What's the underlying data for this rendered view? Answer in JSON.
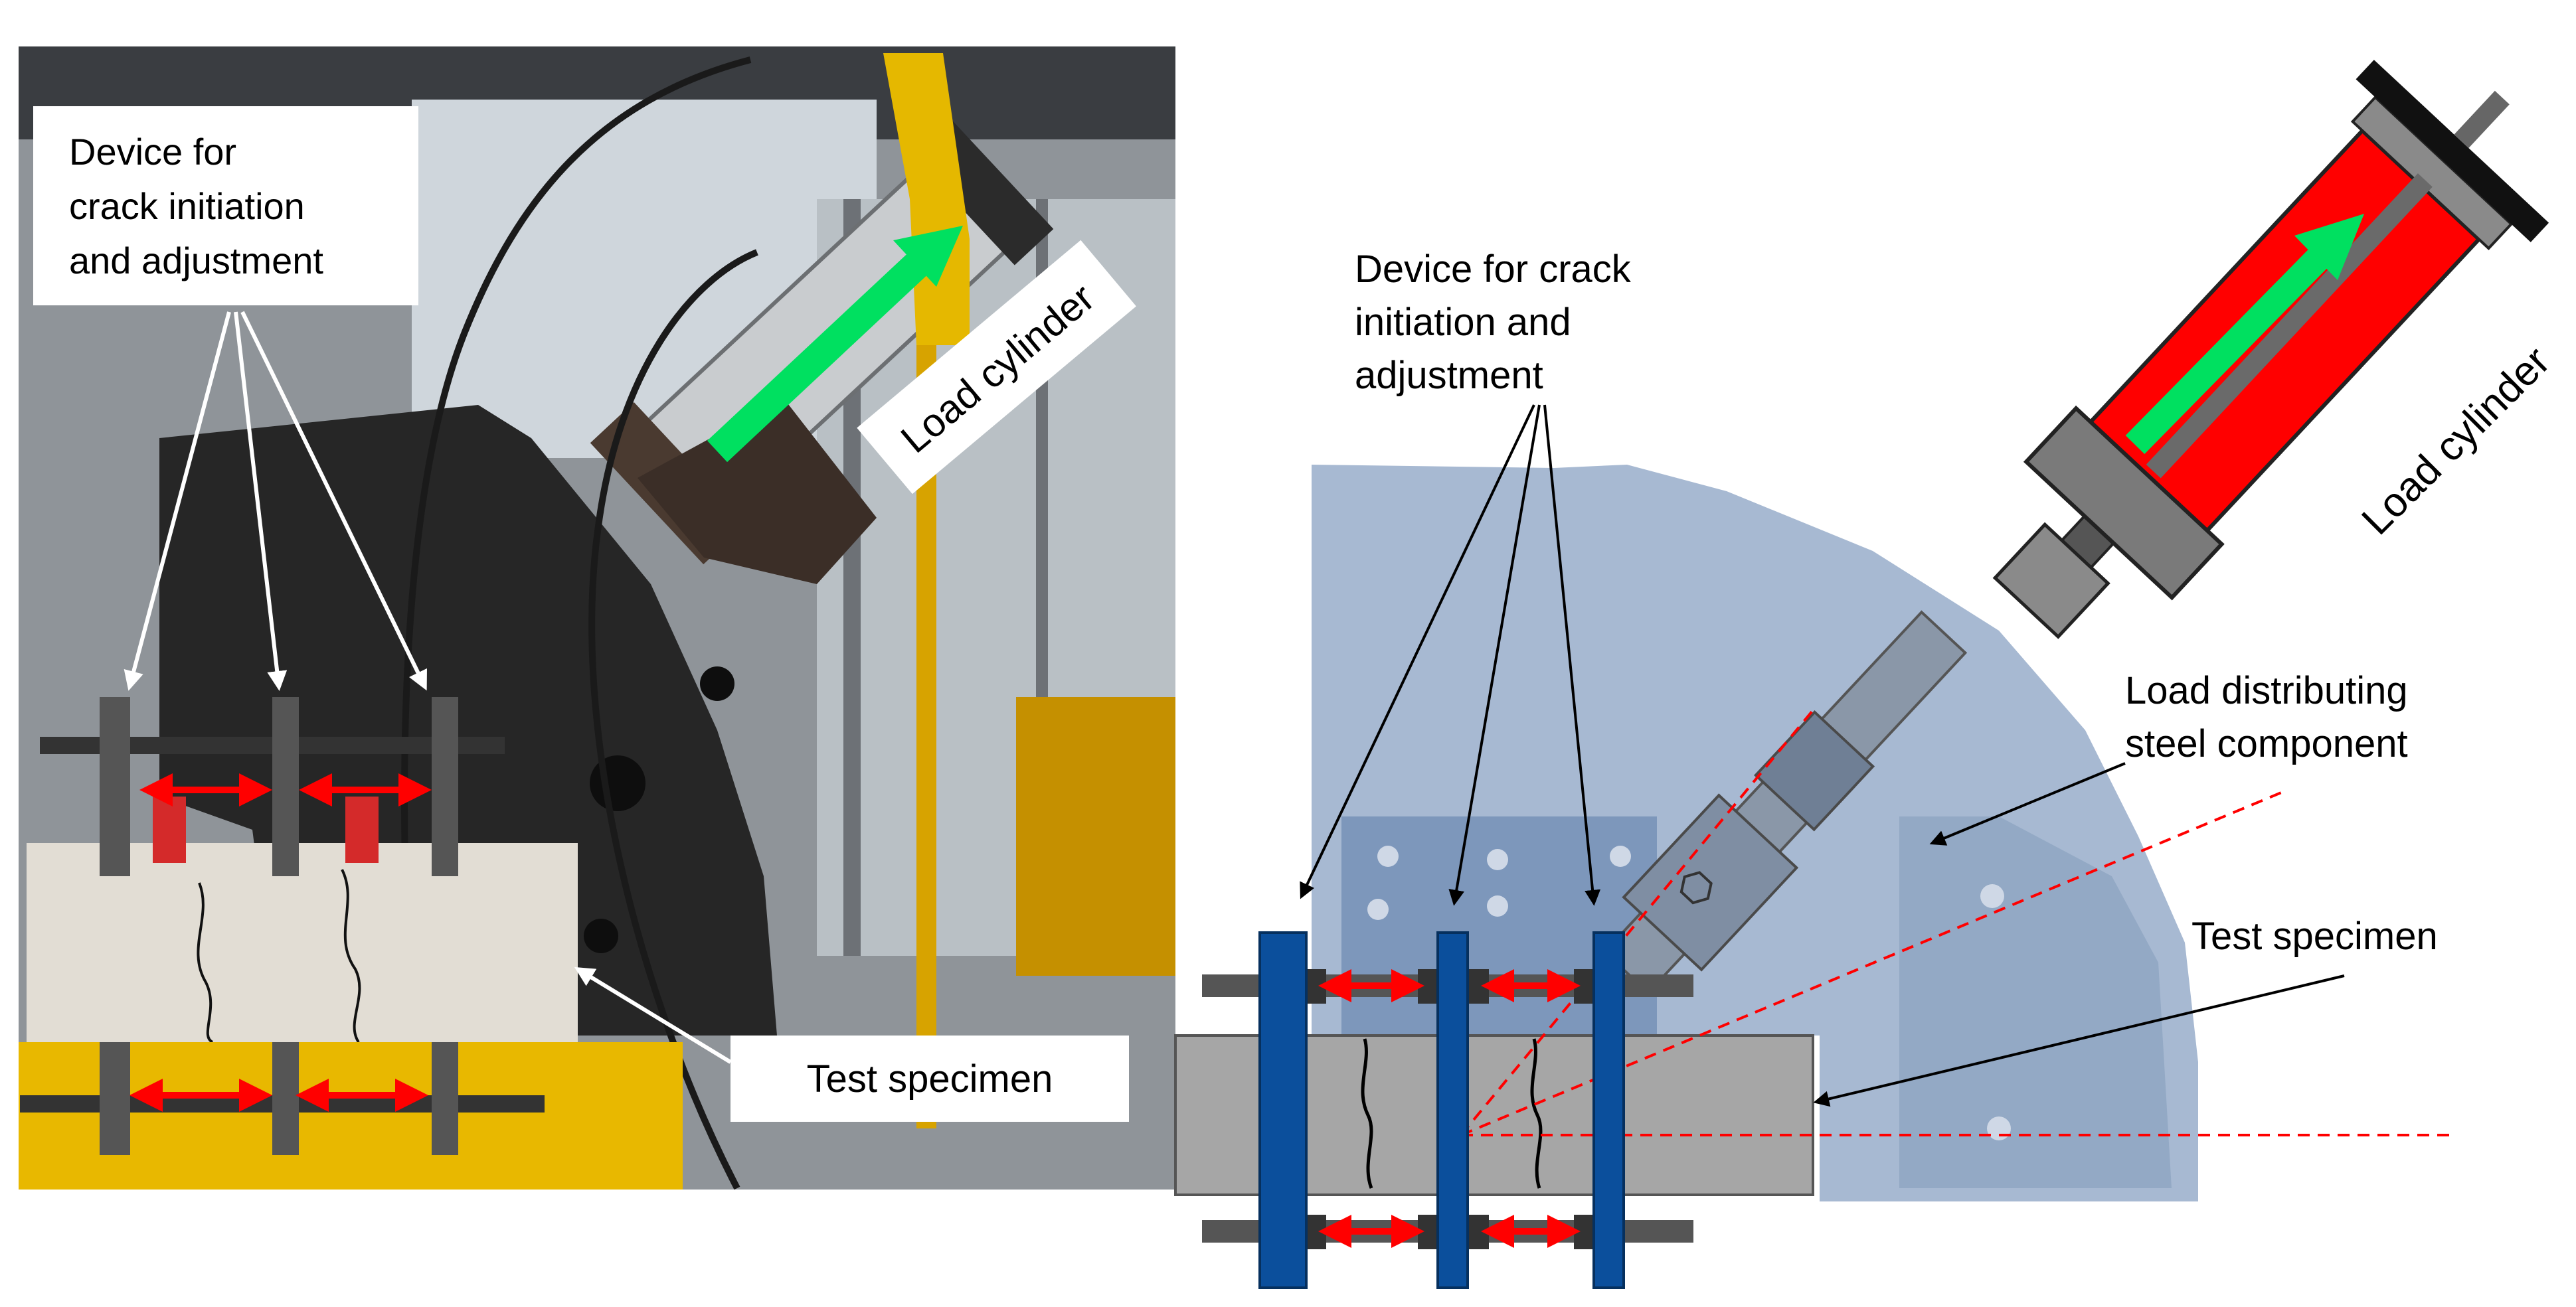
{
  "photo_panel": {
    "device_label": [
      "Device for",
      "crack initiation",
      "and adjustment"
    ],
    "load_cylinder_label": "Load cylinder",
    "test_specimen_label": "Test specimen"
  },
  "schematic_panel": {
    "device_label": [
      "Device for crack",
      "initiation  and",
      "adjustment"
    ],
    "load_cylinder_label": "Load cylinder",
    "load_distributing_label": [
      "Load distributing",
      "steel component"
    ],
    "test_specimen_label": "Test specimen"
  },
  "colors": {
    "steel_component": "#9db1cd",
    "specimen": "#a6a6a6",
    "plates": "#0b4f9c",
    "cylinder": "#ff0000",
    "arrows_green": "#00e060",
    "arrows_red": "#ff0000",
    "dashed_lines": "#ff0000"
  }
}
